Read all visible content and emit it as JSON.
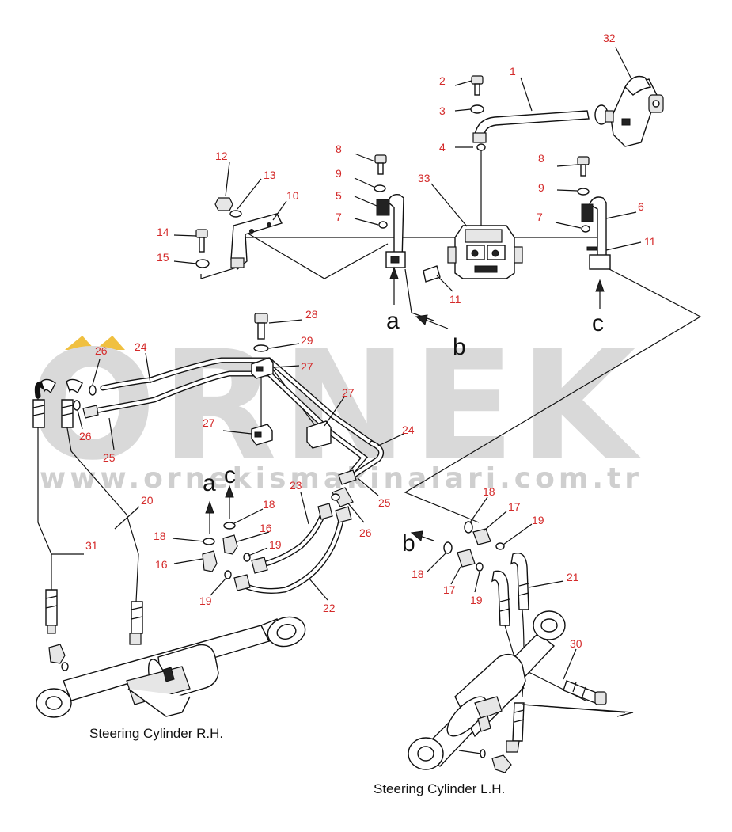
{
  "watermark": {
    "brand": "ORNEK",
    "url": "www.ornekismakinalari.com.tr",
    "accent_color": "#f0c040"
  },
  "captions": {
    "rh": "Steering Cylinder R.H.",
    "lh": "Steering Cylinder L.H."
  },
  "flow_letters": [
    "a",
    "b",
    "c"
  ],
  "callout_color": "#d42a2a",
  "callouts": [
    "1",
    "2",
    "3",
    "4",
    "5",
    "6",
    "7",
    "8",
    "9",
    "10",
    "11",
    "12",
    "13",
    "14",
    "15",
    "16",
    "17",
    "18",
    "19",
    "20",
    "21",
    "22",
    "23",
    "24",
    "25",
    "26",
    "27",
    "28",
    "29",
    "30",
    "31",
    "32",
    "33"
  ]
}
